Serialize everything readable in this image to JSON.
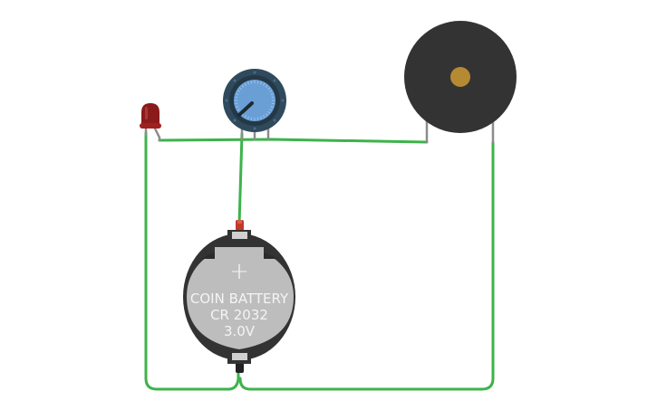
{
  "battery": {
    "line1": "COIN BATTERY",
    "line2": "CR 2032",
    "line3": "3.0V",
    "plus_symbol": "+"
  },
  "colors": {
    "wire": "#3db34a",
    "led": "#8b1a1a",
    "potentiometer": "#6a9fd6",
    "potentiometer_ring": "#2f4a5c",
    "buzzer": "#333333",
    "buzzer_center": "#b58a33",
    "battery_body": "#bdbdbd",
    "battery_holder": "#333333",
    "leg": "#8c8c8c"
  },
  "components": {
    "led": "led-icon",
    "potentiometer": "potentiometer-icon",
    "buzzer": "piezo-buzzer-icon",
    "battery": "coin-battery-icon"
  }
}
